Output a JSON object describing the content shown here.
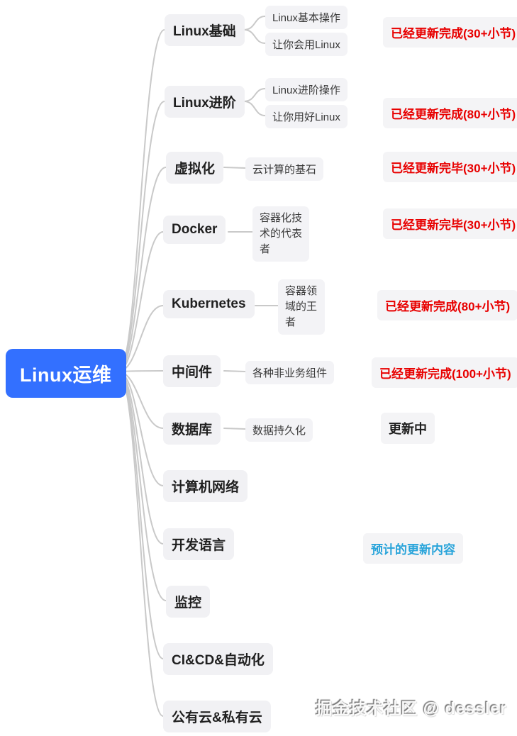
{
  "root": {
    "label": "Linux运维"
  },
  "branches": [
    {
      "label": "Linux基础",
      "children": [
        "Linux基本操作",
        "让你会用Linux"
      ],
      "status": "已经更新完成(30+小节)",
      "status_color": "#e80000"
    },
    {
      "label": "Linux进阶",
      "children": [
        "Linux进阶操作",
        "让你用好Linux"
      ],
      "status": "已经更新完成(80+小节)",
      "status_color": "#e80000"
    },
    {
      "label": "虚拟化",
      "children": [
        "云计算的基石"
      ],
      "status": "已经更新完毕(30+小节)",
      "status_color": "#e80000"
    },
    {
      "label": "Docker",
      "children": [
        "容器化技术的代表者"
      ],
      "status": "已经更新完毕(30+小节)",
      "status_color": "#e80000"
    },
    {
      "label": "Kubernetes",
      "children": [
        "容器领域的王者"
      ],
      "status": "已经更新完成(80+小节)",
      "status_color": "#e80000"
    },
    {
      "label": "中间件",
      "children": [
        "各种非业务组件"
      ],
      "status": "已经更新完成(100+小节)",
      "status_color": "#e80000"
    },
    {
      "label": "数据库",
      "children": [
        "数据持久化"
      ],
      "status": "更新中",
      "status_color": "#1f1f1f"
    },
    {
      "label": "计算机网络",
      "children": [],
      "status": "",
      "status_color": ""
    },
    {
      "label": "开发语言",
      "children": [],
      "status": "预计的更新内容",
      "status_color": "#29a4da"
    },
    {
      "label": "监控",
      "children": [],
      "status": "",
      "status_color": ""
    },
    {
      "label": "CI&CD&自动化",
      "children": [],
      "status": "",
      "status_color": ""
    },
    {
      "label": "公有云&私有云",
      "children": [],
      "status": "",
      "status_color": ""
    }
  ],
  "watermark": "掘金技术社区 @ dessler",
  "colors": {
    "root_bg": "#3370ff",
    "root_text": "#ffffff",
    "node_bg": "#f1f1f4",
    "status_red": "#e80000",
    "status_blue": "#29a4da",
    "connector": "#c9c9c9"
  }
}
